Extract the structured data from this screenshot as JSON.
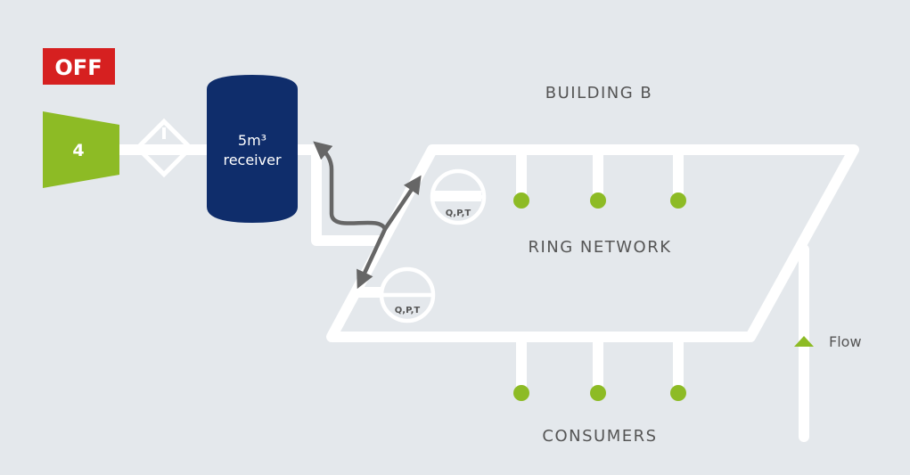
{
  "status_badge": {
    "text": "OFF",
    "color": "#d62020"
  },
  "compressor": {
    "label": "4",
    "color": "#8dbb25"
  },
  "receiver": {
    "line1": "5m³",
    "line2": "receiver",
    "color": "#0f2d6b"
  },
  "building_label": "BUILDING B",
  "ring_label": "RING NETWORK",
  "consumers_label": "CONSUMERS",
  "meters": [
    {
      "label": "Q,P,T"
    },
    {
      "label": "Q,P,T"
    }
  ],
  "flow_label": "Flow",
  "colors": {
    "background": "#e4e8ec",
    "pipe": "#ffffff",
    "text": "#555555",
    "accent_green": "#8dbb25",
    "arrow": "#666666"
  }
}
